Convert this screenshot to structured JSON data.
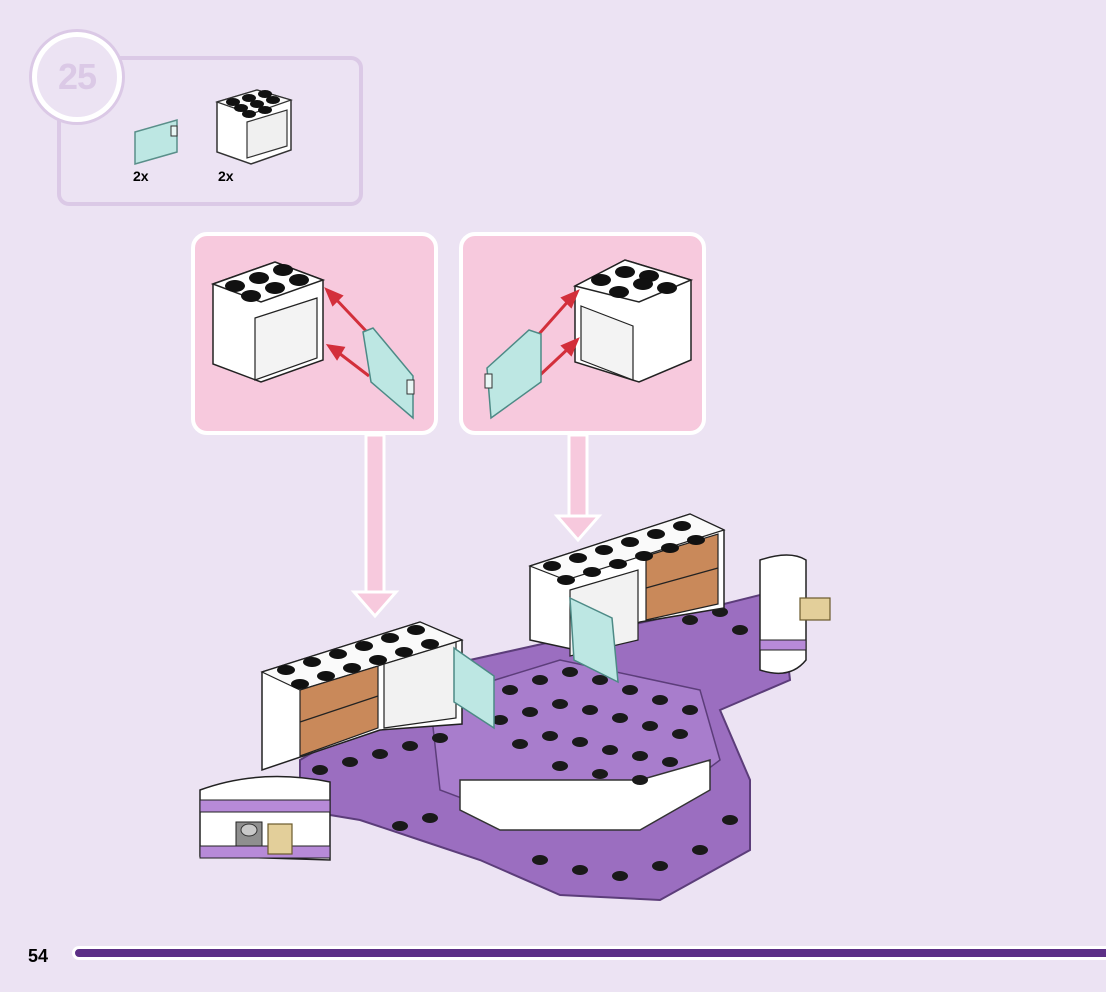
{
  "step": {
    "number": "25"
  },
  "parts": [
    {
      "name": "transparent-door",
      "quantity": "2x"
    },
    {
      "name": "cupboard-brick",
      "quantity": "2x"
    }
  ],
  "page": {
    "number": "54"
  },
  "colors": {
    "background": "#ece3f3",
    "callout": "#f7c9dd",
    "lavender_plate": "#9b6ec0",
    "accent_bar": "#5c2f86",
    "arrow": "#d32f3b",
    "door": "#bde7e3",
    "drawer": "#c9895a"
  }
}
